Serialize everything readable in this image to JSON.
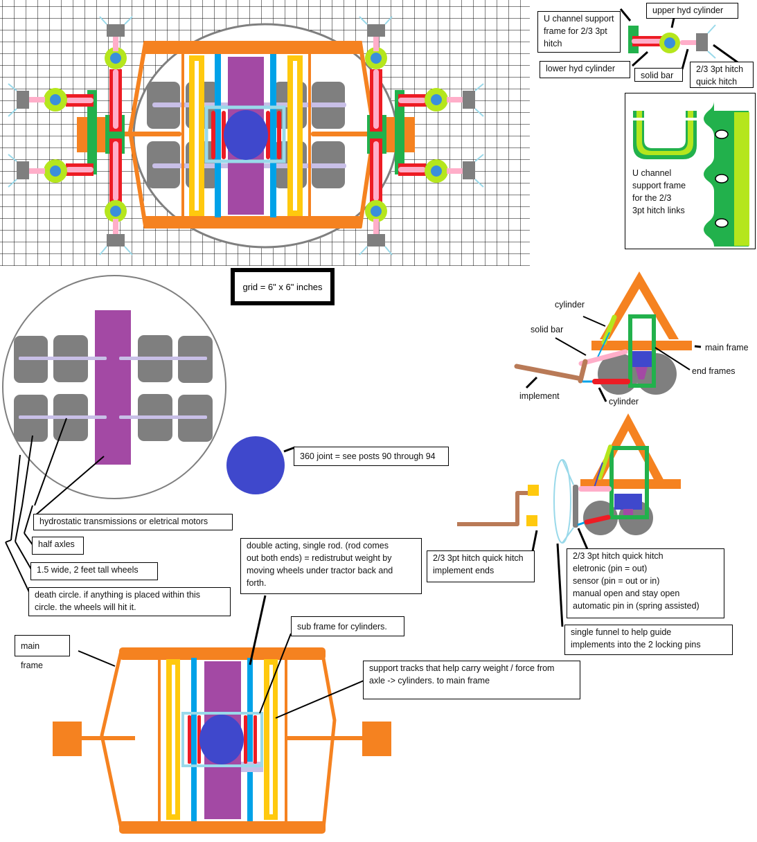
{
  "grid_label": "grid = 6\" x 6\" inches",
  "colors": {
    "frame": "#f58220",
    "cylinder": "#ed1c24",
    "rod": "#ffaec9",
    "joint": "#b5e61d",
    "pin": "#3a8fdc",
    "hitch": "#7f7f7f",
    "track": "#ffc90e",
    "rail": "#00a2e8",
    "transmission": "#a349a4",
    "ball": "#3f48cc",
    "axle": "#c8bfe7",
    "wheel": "#7f7f7f",
    "uchannel": "#22b14c",
    "uchannel_light": "#b5e61d",
    "implement": "#b97a57"
  },
  "top_right_legend": {
    "u_channel": "U channel support\nframe for 2/3 3pt\nhitch",
    "upper_cyl": "upper hyd cylinder",
    "lower_cyl": "lower hyd cylinder",
    "solid_bar": "solid bar",
    "quick_hitch": "2/3 3pt hitch\nquick hitch"
  },
  "u_channel_box": {
    "text": "U channel\nsupport frame\nfor the 2/3\n3pt hitch links"
  },
  "circle_labels": {
    "transmissions": "hydrostatic transmissions or eletrical motors",
    "half_axles": "half axles",
    "wheels": "1.5 wide, 2 feet tall wheels",
    "death_circle": "death circle. if anything is placed within this\ncircle. the wheels will hit it."
  },
  "joint_label": "360 joint = see posts 90 through 94",
  "cylinder_note": "double acting, single rod. (rod comes\nout both ends)   = redistrubut weight by\nmoving wheels under tractor back and\nforth.",
  "bottom_labels": {
    "main_frame": "main frame",
    "sub_frame": "sub frame for cylinders.",
    "support_tracks": "support tracks that help carry weight / force from\naxle -> cylinders. to main frame"
  },
  "side_view": {
    "cylinder_upper": "cylinder",
    "solid_bar": "solid bar",
    "main_frame": "main frame",
    "end_frames": "end frames",
    "implement": "implement",
    "cylinder_lower": "cylinder"
  },
  "hitch_view": {
    "implement_ends": "2/3 3pt hitch quick hitch\nimplement ends",
    "quick_hitch_notes": "2/3 3pt hitch quick hitch\neletronic (pin = out)\nsensor (pin = out or in)\nmanual open and stay open\nautomatic pin in (spring assisted)",
    "funnel": "single funnel to help guide\nimplements into the 2 locking pins"
  }
}
